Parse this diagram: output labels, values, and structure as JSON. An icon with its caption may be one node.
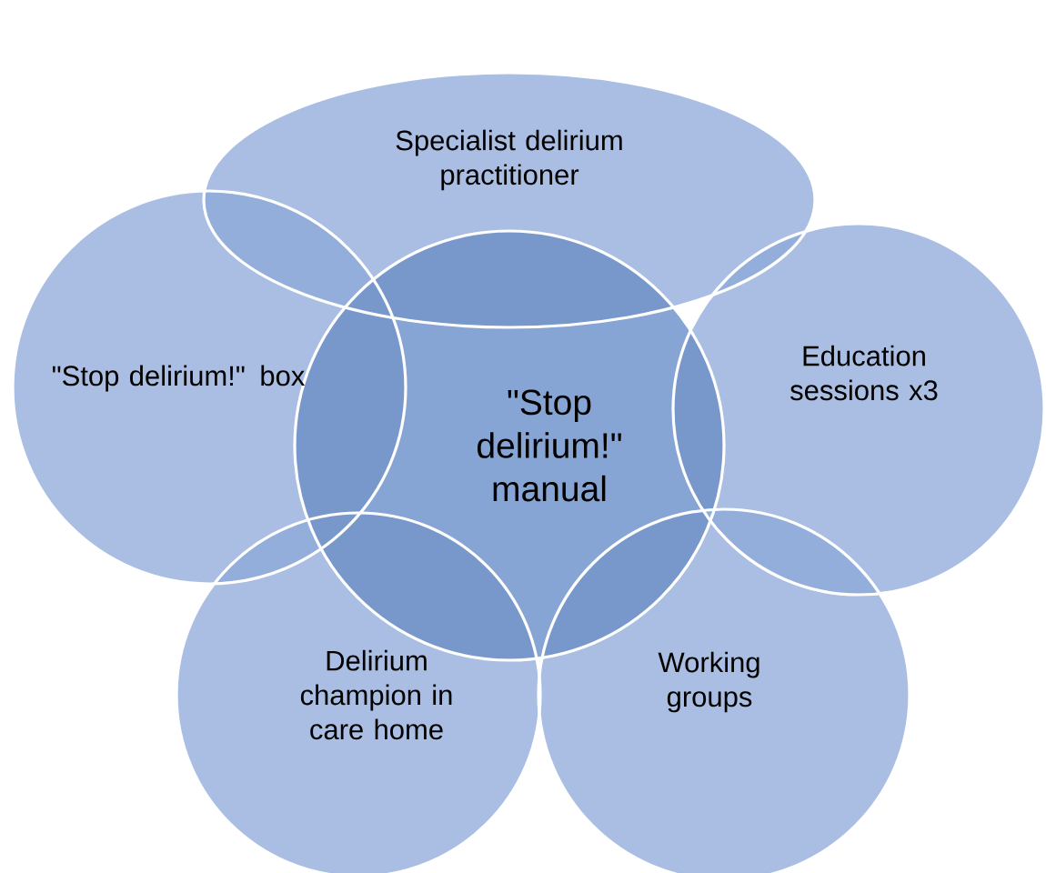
{
  "diagram": {
    "nodes": [
      {
        "text": [
          "Specialist delirium practitioner"
        ]
      },
      {
        "text": [
          "\"Stop delirium!\" box"
        ]
      },
      {
        "text": [
          "\"Stop delirium!\" manual"
        ]
      },
      {
        "text": [
          "Education sessions x3"
        ]
      },
      {
        "text": [
          "Delirium champion in care home"
        ]
      },
      {
        "text": [
          "Working groups"
        ]
      }
    ]
  }
}
